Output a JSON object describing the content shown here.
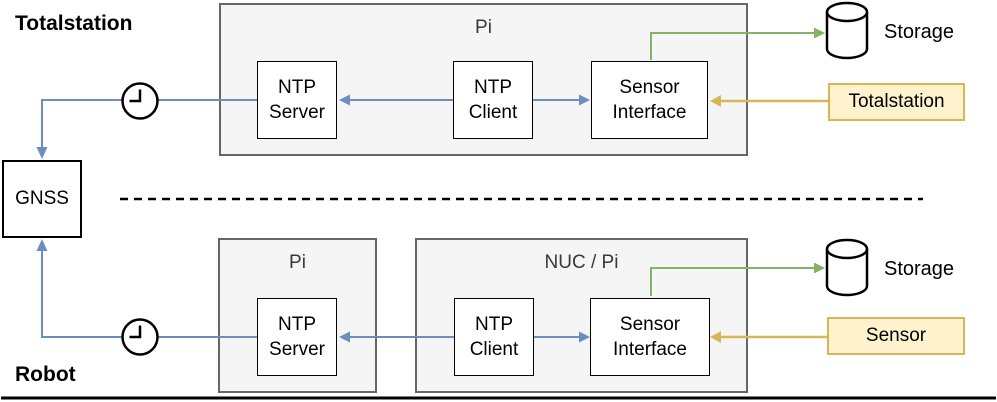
{
  "sections": {
    "top_label": "Totalstation",
    "bottom_label": "Robot"
  },
  "gnss_label": "GNSS",
  "top": {
    "pi_container": "Pi",
    "ntp_server": "NTP Server",
    "ntp_client": "NTP Client",
    "sensor_interface": "Sensor Interface",
    "storage_label": "Storage",
    "source_label": "Totalstation"
  },
  "bottom": {
    "pi_container": "Pi",
    "nuc_container": "NUC / Pi",
    "ntp_server": "NTP Server",
    "ntp_client": "NTP Client",
    "sensor_interface": "Sensor Interface",
    "storage_label": "Storage",
    "source_label": "Sensor"
  },
  "icons": {
    "clock": "clock-icon",
    "storage": "database-cylinder-icon"
  },
  "colors": {
    "clock_sync_blue": "#6c8ebf",
    "data_green": "#82b366",
    "sensor_yellow": "#d6b656",
    "sensor_fill": "#fff2cc",
    "container_fill": "#f5f5f5",
    "container_border": "#666666"
  }
}
